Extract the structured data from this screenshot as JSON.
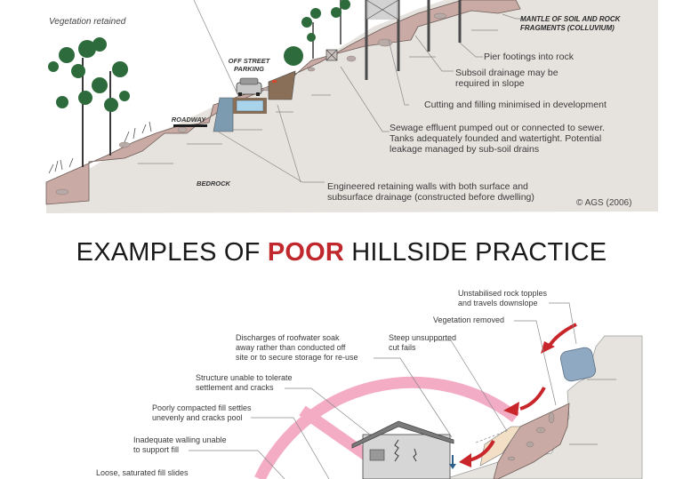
{
  "top_diagram": {
    "name": "good-hillside-practice",
    "labels": {
      "vegetation_retained": "Vegetation retained",
      "off_street_parking": "OFF STREET\nPARKING",
      "roadway": "ROADWAY",
      "bedrock": "BEDROCK",
      "mantle": "MANTLE OF SOIL AND ROCK\nFRAGMENTS (COLLUVIUM)",
      "pier_footings": "Pier footings into rock",
      "subsoil_drainage": "Subsoil drainage may be\nrequired in slope",
      "cutting_filling": "Cutting and filling minimised in development",
      "sewage": "Sewage effluent pumped out or connected to sewer.\nTanks adequately founded and watertight.  Potential\nleakage managed by sub-soil drains",
      "retaining_walls": "Engineered retaining walls with both surface and\nsubsurface drainage (constructed before dwelling)"
    },
    "copyright": "© AGS (2006)"
  },
  "title": {
    "prefix": "EXAMPLES OF ",
    "highlight": "POOR",
    "suffix": " HILLSIDE PRACTICE"
  },
  "bottom_diagram": {
    "name": "poor-hillside-practice",
    "labels": {
      "rock_topples": "Unstabilised rock topples\nand travels downslope",
      "vegetation_removed": "Vegetation removed",
      "roofwater": "Discharges of  roofwater soak\naway rather than conducted off\nsite or to secure storage for re-use",
      "steep_cut": "Steep unsupported\ncut fails",
      "structure_cracks": "Structure unable to tolerate\nsettlement and cracks",
      "poorly_compacted": "Poorly compacted fill settles\nunevenly and cracks pool",
      "inadequate_walling": "Inadequate walling unable\nto support fill",
      "loose_fill": "Loose, saturated fill slides"
    }
  },
  "colors": {
    "soil": "#c9aaa4",
    "bedrock": "#e6e3df",
    "tree_green": "#2e6b3c",
    "prohibition_pink": "#f2a5c0",
    "arrow_red": "#c8262b",
    "rock_blue": "#8fa9c2",
    "title_red": "#c0282d"
  }
}
